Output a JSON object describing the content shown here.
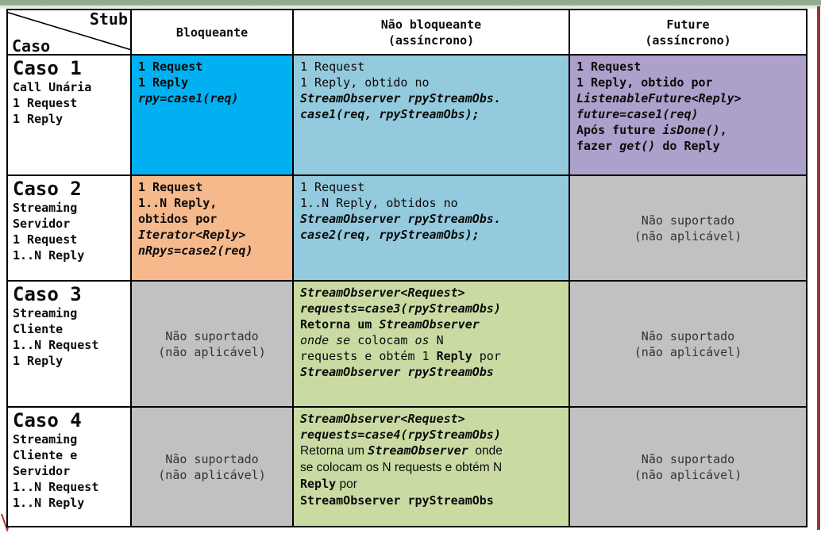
{
  "colors": {
    "bright_blue": "#00B0F0",
    "light_blue": "#93CADD",
    "purple": "#ADA0CB",
    "orange": "#F6B98C",
    "green": "#C9DBA3",
    "gray": "#C1C1C1",
    "topbar_green_dark": "#8FAC91",
    "topbar_green_light": "#D9E7DA",
    "accent_red": "#933A31",
    "border": "#000000"
  },
  "table": {
    "corner": {
      "stub": "Stub",
      "caso": "Caso"
    },
    "headers": {
      "bloqueante": [
        [
          [
            "b",
            "Bloqueante"
          ]
        ]
      ],
      "nao_bloqueante": [
        [
          [
            "b",
            "Não bloqueante"
          ]
        ],
        [
          [
            "b",
            "(assíncrono)"
          ]
        ]
      ],
      "future": [
        [
          [
            "b",
            "Future"
          ]
        ],
        [
          [
            "b",
            "(assíncrono)"
          ]
        ]
      ]
    },
    "na": [
      [
        [
          "r",
          "Não suportado"
        ]
      ],
      [
        [
          "r",
          "(não aplicável)"
        ]
      ]
    ],
    "rows": [
      {
        "label": {
          "title": "Caso 1",
          "sub": [
            [
              [
                "b",
                "Call Unária"
              ]
            ],
            [
              [
                "b",
                "1 Request"
              ]
            ],
            [
              [
                "b",
                "1 Reply"
              ]
            ]
          ]
        },
        "bloqueante": [
          [
            [
              "b",
              "1 Request"
            ]
          ],
          [
            [
              "b",
              "1 Reply"
            ]
          ],
          [
            [
              "bi",
              "rpy=case1(req)"
            ]
          ]
        ],
        "nao_bloqueante": [
          [
            [
              "r",
              "1 Request"
            ]
          ],
          [
            [
              "r",
              "1 Reply, obtido no"
            ]
          ],
          [
            [
              "bi",
              "StreamObserver rpyStreamObs."
            ]
          ],
          [
            [
              "bi",
              "case1(req, rpyStreamObs);"
            ]
          ]
        ],
        "future": [
          [
            [
              "b",
              "1 Request"
            ]
          ],
          [
            [
              "b",
              "1 Reply, obtido por"
            ]
          ],
          [
            [
              "bi",
              "ListenableFuture<Reply>"
            ]
          ],
          [
            [
              "bi",
              "future=case1(req)"
            ]
          ],
          [
            [
              "b",
              "Após future "
            ],
            [
              "bi",
              "isDone()"
            ],
            [
              "b",
              ","
            ]
          ],
          [
            [
              "b",
              "fazer "
            ],
            [
              "bi",
              "get()"
            ],
            [
              "b",
              " do Reply"
            ]
          ]
        ]
      },
      {
        "label": {
          "title": "Caso 2",
          "sub": [
            [
              [
                "b",
                "Streaming"
              ]
            ],
            [
              [
                "b",
                "Servidor"
              ]
            ],
            [
              [
                "b",
                "1 Request"
              ]
            ],
            [
              [
                "b",
                "1..N Reply"
              ]
            ]
          ]
        },
        "bloqueante": [
          [
            [
              "b",
              "1 Request"
            ]
          ],
          [
            [
              "b",
              "1..N Reply,"
            ]
          ],
          [
            [
              "b",
              "obtidos por"
            ]
          ],
          [
            [
              "bi",
              "Iterator<Reply>"
            ]
          ],
          [
            [
              "bi",
              "nRpys=case2(req)"
            ]
          ]
        ],
        "nao_bloqueante": [
          [
            [
              "r",
              "1 Request"
            ]
          ],
          [
            [
              "r",
              "1..N Reply, obtidos no"
            ]
          ],
          [
            [
              "bi",
              "StreamObserver rpyStreamObs."
            ]
          ],
          [
            [
              "bi",
              "case2(req, rpyStreamObs);"
            ]
          ]
        ]
      },
      {
        "label": {
          "title": "Caso 3",
          "sub": [
            [
              [
                "b",
                "Streaming"
              ]
            ],
            [
              [
                "b",
                "Cliente"
              ]
            ],
            [
              [
                "b",
                "1..N Request"
              ]
            ],
            [
              [
                "b",
                "1 Reply"
              ]
            ]
          ]
        },
        "nao_bloqueante": [
          [
            [
              "bi",
              "StreamObserver<Request>"
            ]
          ],
          [
            [
              "bi",
              "requests=case3(rpyStreamObs)"
            ]
          ],
          [
            [
              "b",
              "Retorna um "
            ],
            [
              "bi",
              "StreamObserver"
            ]
          ],
          [
            [
              "i",
              "onde se "
            ],
            [
              "r",
              "colocam "
            ],
            [
              "i",
              "os "
            ],
            [
              "r",
              "N"
            ]
          ],
          [
            [
              "r",
              "requests e obtém 1 "
            ],
            [
              "b",
              "Reply"
            ],
            [
              "r",
              " por"
            ]
          ],
          [
            [
              "bi",
              "StreamObserver rpyStreamObs"
            ]
          ]
        ]
      },
      {
        "label": {
          "title": "Caso 4",
          "sub": [
            [
              [
                "b",
                "Streaming"
              ]
            ],
            [
              [
                "b",
                "Cliente e"
              ]
            ],
            [
              [
                "b",
                "Servidor"
              ]
            ],
            [
              [
                "b",
                "1..N Request"
              ]
            ],
            [
              [
                "b",
                "1..N Reply"
              ]
            ]
          ]
        },
        "nao_bloqueante": [
          [
            [
              "bi",
              "StreamObserver<Request>"
            ]
          ],
          [
            [
              "bi",
              "requests=case4(rpyStreamObs)"
            ]
          ],
          [
            [
              "s",
              "Retorna um "
            ],
            [
              "bi",
              "StreamObserver"
            ],
            [
              "s",
              "  onde"
            ]
          ],
          [
            [
              "s",
              "se colocam os N requests e obtém N"
            ]
          ],
          [
            [
              "b",
              "Reply"
            ],
            [
              "s",
              " por"
            ]
          ],
          [
            [
              "b",
              "StreamObserver rpyStreamObs"
            ]
          ]
        ]
      }
    ]
  }
}
